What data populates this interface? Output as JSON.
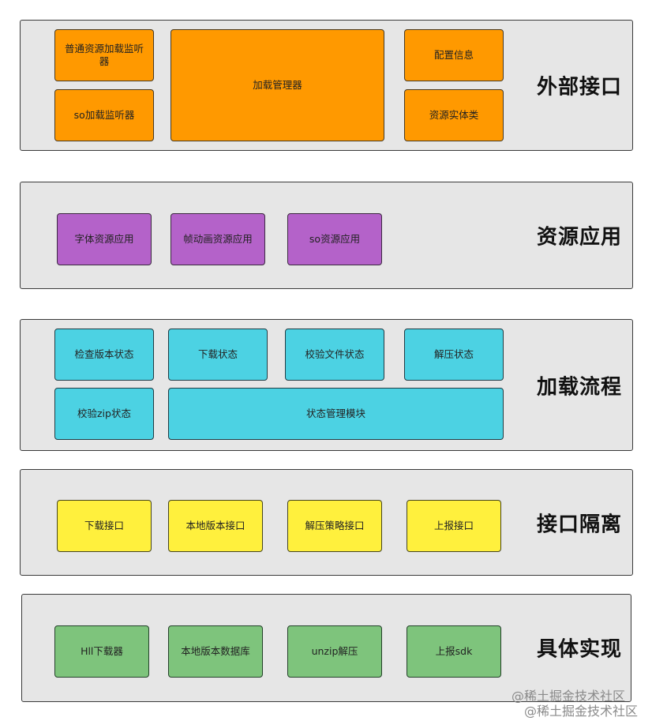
{
  "layers": {
    "external_interface": {
      "title": "外部接口",
      "boxes": {
        "normal_listener": "普通资源加载监听器",
        "so_listener": "so加载监听器",
        "load_manager": "加载管理器",
        "config_info": "配置信息",
        "resource_entity": "资源实体类"
      }
    },
    "resource_application": {
      "title": "资源应用",
      "boxes": {
        "font_resource": "字体资源应用",
        "frame_animation": "帧动画资源应用",
        "so_resource": "so资源应用"
      }
    },
    "load_flow": {
      "title": "加载流程",
      "boxes": {
        "check_version": "检查版本状态",
        "download_state": "下载状态",
        "verify_file": "校验文件状态",
        "unzip_state": "解压状态",
        "verify_zip": "校验zip状态",
        "state_manager": "状态管理模块"
      }
    },
    "interface_isolation": {
      "title": "接口隔离",
      "boxes": {
        "download_interface": "下载接口",
        "local_version_interface": "本地版本接口",
        "unzip_strategy_interface": "解压策略接口",
        "report_interface": "上报接口"
      }
    },
    "concrete_implementation": {
      "title": "具体实现",
      "boxes": {
        "hll_downloader": "Hll下载器",
        "local_version_db": "本地版本数据库",
        "unzip_impl": "unzip解压",
        "report_sdk": "上报sdk"
      }
    }
  },
  "watermark": {
    "line1": "@稀土掘金技术社区",
    "line2": "@稀土掘金技术社区"
  },
  "colors": {
    "orange": "#ff9900",
    "purple": "#b462c9",
    "cyan": "#4cd2e3",
    "yellow": "#fff03d",
    "green": "#7ec47c",
    "layer_bg": "#e6e6e6"
  }
}
